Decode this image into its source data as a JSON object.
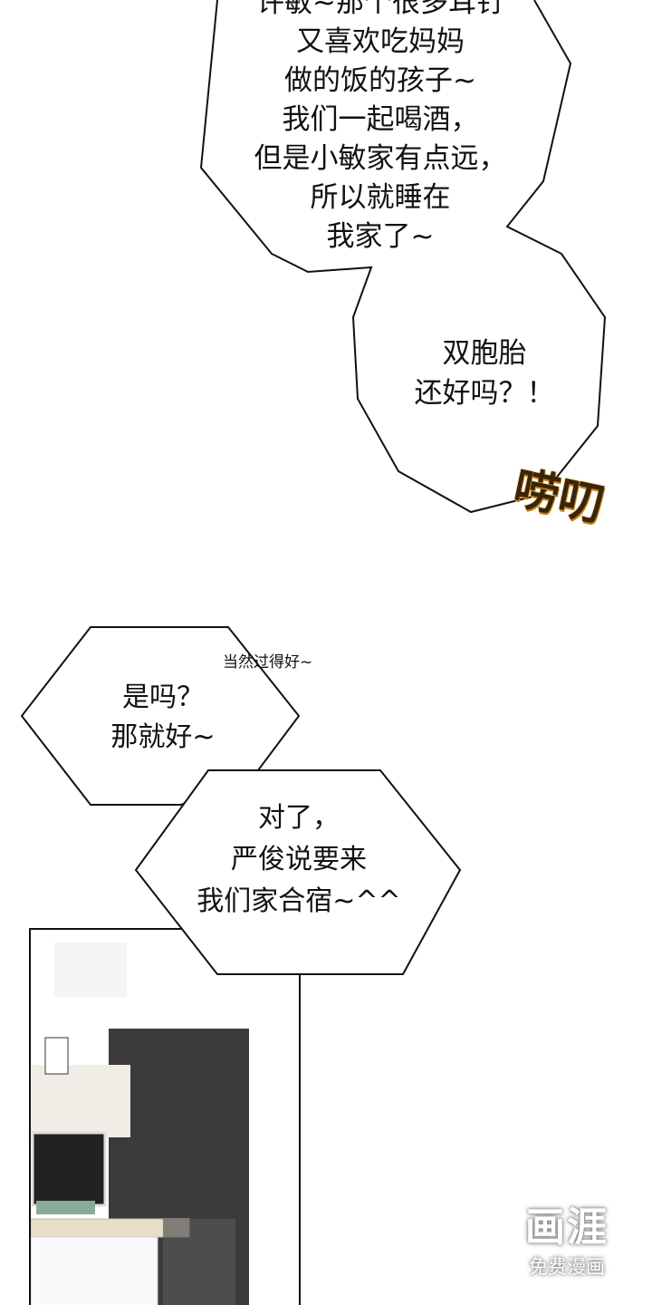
{
  "bubbles": {
    "top": [
      "许敏~那个很多耳钉",
      "又喜欢吃妈妈",
      "做的饭的孩子~",
      "我们一起喝酒，",
      "但是小敏家有点远，",
      "所以就睡在",
      "我家了~"
    ],
    "twins": [
      "双胞胎",
      "还好吗？！"
    ],
    "reply": [
      "是吗？",
      "那就好~"
    ],
    "aside": "当然过得好~",
    "news": [
      "对了，",
      "严俊说要来",
      "我们家合宿~^^"
    ]
  },
  "sfx": "唠叨",
  "watermark": {
    "logo": "画涯",
    "tagline": "免费漫画"
  },
  "colors": {
    "sfx": "#d99a20",
    "ink": "#111111",
    "wardrobe": "#3c3a3a",
    "monitor_stand": "#8aaa98"
  }
}
